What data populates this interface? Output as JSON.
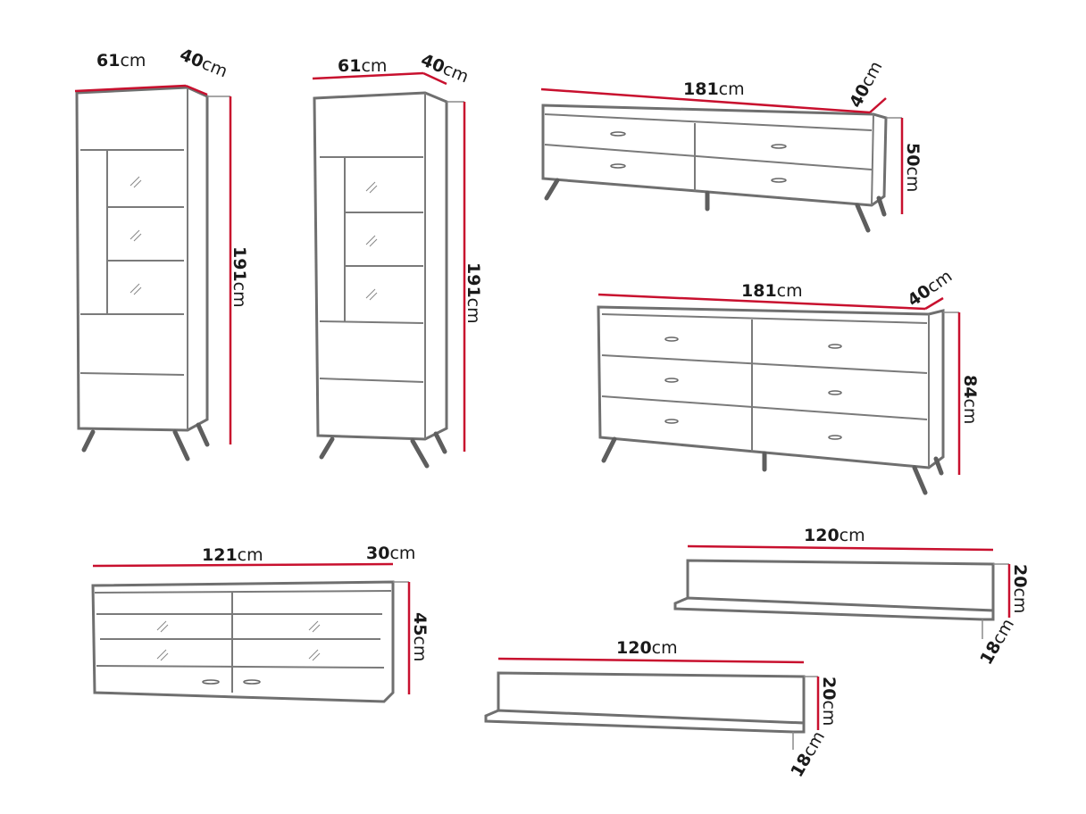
{
  "colors": {
    "dimension_line": "#c8102e",
    "outline": "#6f6f6f"
  },
  "pieces": {
    "tall_cabinet_1": {
      "width": {
        "value": "61",
        "unit": "cm"
      },
      "depth": {
        "value": "40",
        "unit": "cm"
      },
      "height": {
        "value": "191",
        "unit": "cm"
      }
    },
    "tall_cabinet_2": {
      "width": {
        "value": "61",
        "unit": "cm"
      },
      "depth": {
        "value": "40",
        "unit": "cm"
      },
      "height": {
        "value": "191",
        "unit": "cm"
      }
    },
    "tv_stand": {
      "width": {
        "value": "181",
        "unit": "cm"
      },
      "depth": {
        "value": "40",
        "unit": "cm"
      },
      "height": {
        "value": "50",
        "unit": "cm"
      }
    },
    "dresser": {
      "width": {
        "value": "181",
        "unit": "cm"
      },
      "depth": {
        "value": "40",
        "unit": "cm"
      },
      "height": {
        "value": "84",
        "unit": "cm"
      }
    },
    "low_cabinet": {
      "width": {
        "value": "121",
        "unit": "cm"
      },
      "depth": {
        "value": "30",
        "unit": "cm"
      },
      "height": {
        "value": "45",
        "unit": "cm"
      }
    },
    "shelf_upper": {
      "width": {
        "value": "120",
        "unit": "cm"
      },
      "height": {
        "value": "20",
        "unit": "cm"
      },
      "depth": {
        "value": "18",
        "unit": "cm"
      }
    },
    "shelf_lower": {
      "width": {
        "value": "120",
        "unit": "cm"
      },
      "height": {
        "value": "20",
        "unit": "cm"
      },
      "depth": {
        "value": "18",
        "unit": "cm"
      }
    }
  }
}
